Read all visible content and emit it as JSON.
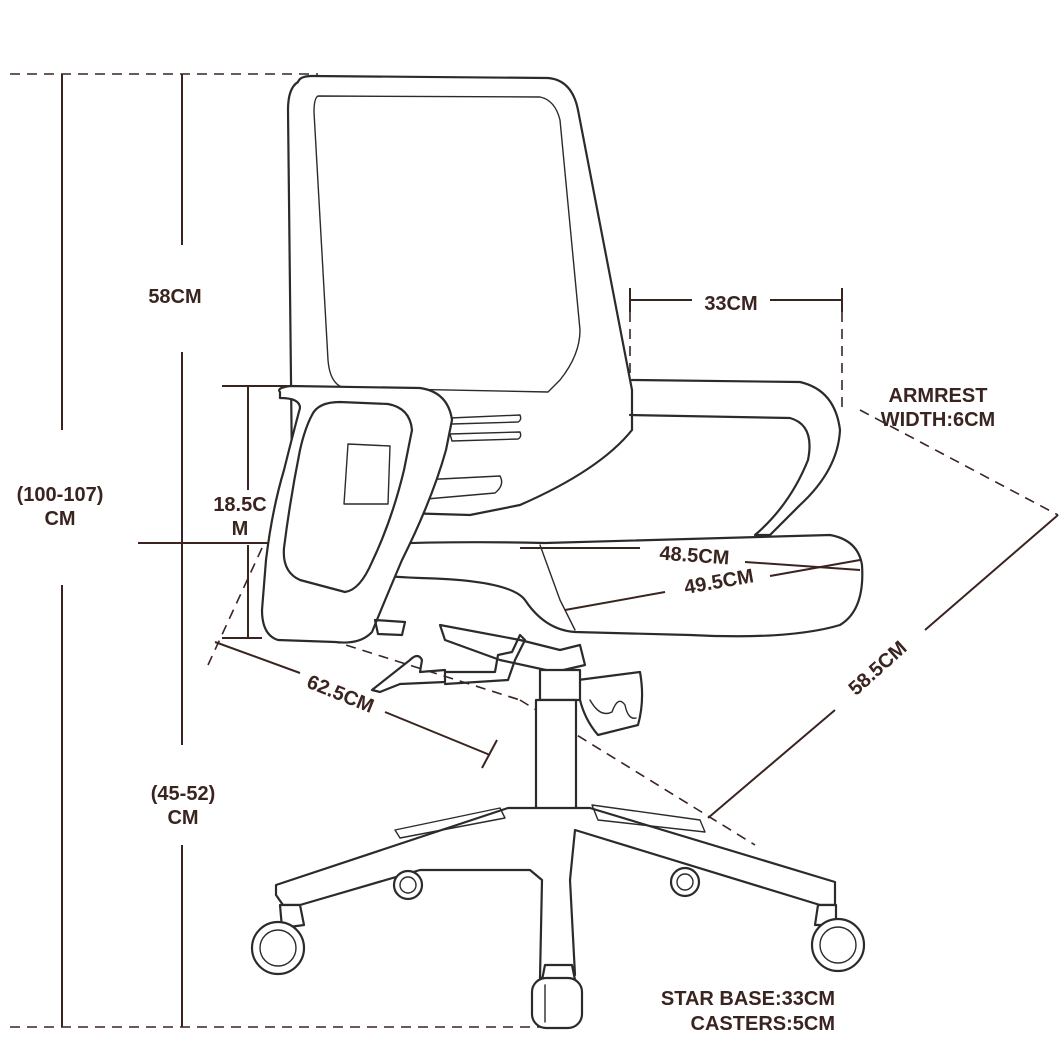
{
  "labels": {
    "back_height": "58CM",
    "total_height_line1": "(100-107)",
    "total_height_line2": "CM",
    "seat_height_line1": "(45-52)",
    "seat_height_line2": "CM",
    "armrest_height_line1": "18.5C",
    "armrest_height_line2": "M",
    "back_width": "33CM",
    "armrest_width_line1": "ARMREST",
    "armrest_width_line2": "WIDTH:6CM",
    "seat_width": "48.5CM",
    "seat_depth": "49.5CM",
    "overall_depth": "62.5CM",
    "overall_width": "58.5CM",
    "star_base": "STAR BASE:33CM",
    "casters": "CASTERS:5CM"
  },
  "colors": {
    "dimension_text": "#3a2420",
    "line_art": "#2b2b2b",
    "background": "#ffffff"
  }
}
